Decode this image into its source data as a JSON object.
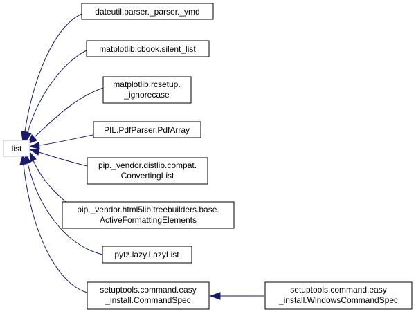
{
  "diagram": {
    "edge_color": "#191970",
    "nodes": {
      "list": {
        "lines": [
          "list"
        ]
      },
      "dateutil": {
        "lines": [
          "dateutil.parser._parser._ymd"
        ]
      },
      "silent_list": {
        "lines": [
          "matplotlib.cbook.silent_list"
        ]
      },
      "ignorecase": {
        "lines": [
          "matplotlib.rcsetup.",
          "_ignorecase"
        ]
      },
      "pdfarray": {
        "lines": [
          "PIL.PdfParser.PdfArray"
        ]
      },
      "convertinglist": {
        "lines": [
          "pip._vendor.distlib.compat.",
          "ConvertingList"
        ]
      },
      "activeformatting": {
        "lines": [
          "pip._vendor.html5lib.treebuilders.base.",
          "ActiveFormattingElements"
        ]
      },
      "lazylist": {
        "lines": [
          "pytz.lazy.LazyList"
        ]
      },
      "commandspec": {
        "lines": [
          "setuptools.command.easy",
          "_install.CommandSpec"
        ]
      },
      "windowscommandspec": {
        "lines": [
          "setuptools.command.easy",
          "_install.WindowsCommandSpec"
        ]
      }
    },
    "edges": [
      {
        "from": "dateutil",
        "to": "list"
      },
      {
        "from": "silent_list",
        "to": "list"
      },
      {
        "from": "ignorecase",
        "to": "list"
      },
      {
        "from": "pdfarray",
        "to": "list"
      },
      {
        "from": "convertinglist",
        "to": "list"
      },
      {
        "from": "activeformatting",
        "to": "list"
      },
      {
        "from": "lazylist",
        "to": "list"
      },
      {
        "from": "commandspec",
        "to": "list"
      },
      {
        "from": "windowscommandspec",
        "to": "commandspec"
      }
    ]
  }
}
